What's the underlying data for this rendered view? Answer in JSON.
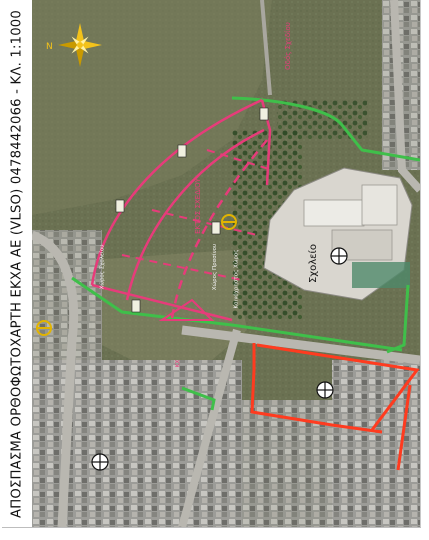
{
  "title": "ΑΠΟΣΠΑΣΜΑ ΟΡΘΟΦΩΤΟΧΑΡΤΗ ΕΚΧΑ ΑΕ (VLSO) 0478442066 - ΚΛ. 1:1000",
  "map": {
    "labels": {
      "school": "Σχολείο",
      "outside_plan": "ΕΚΤΟΣ ΣΧΕΔΙΟΥ",
      "street_upper": "Οδός Σχεδίου",
      "block_left": "Χώρος Πρασίνου",
      "block_mid": "Κοινόχρηστος Χώρος",
      "block_right": "Χώρος Σχολείου",
      "small_tag": "ΚΧ"
    },
    "colors": {
      "plan_line": "#e63c7a",
      "boundary": "#3fbf4a",
      "building_outline": "#ff3b1f",
      "annotation": "#e2b400",
      "title_text": "#111111"
    },
    "icons": [
      "compass-rose-icon",
      "school-symbol-icon",
      "landmark-symbol-icon"
    ]
  }
}
